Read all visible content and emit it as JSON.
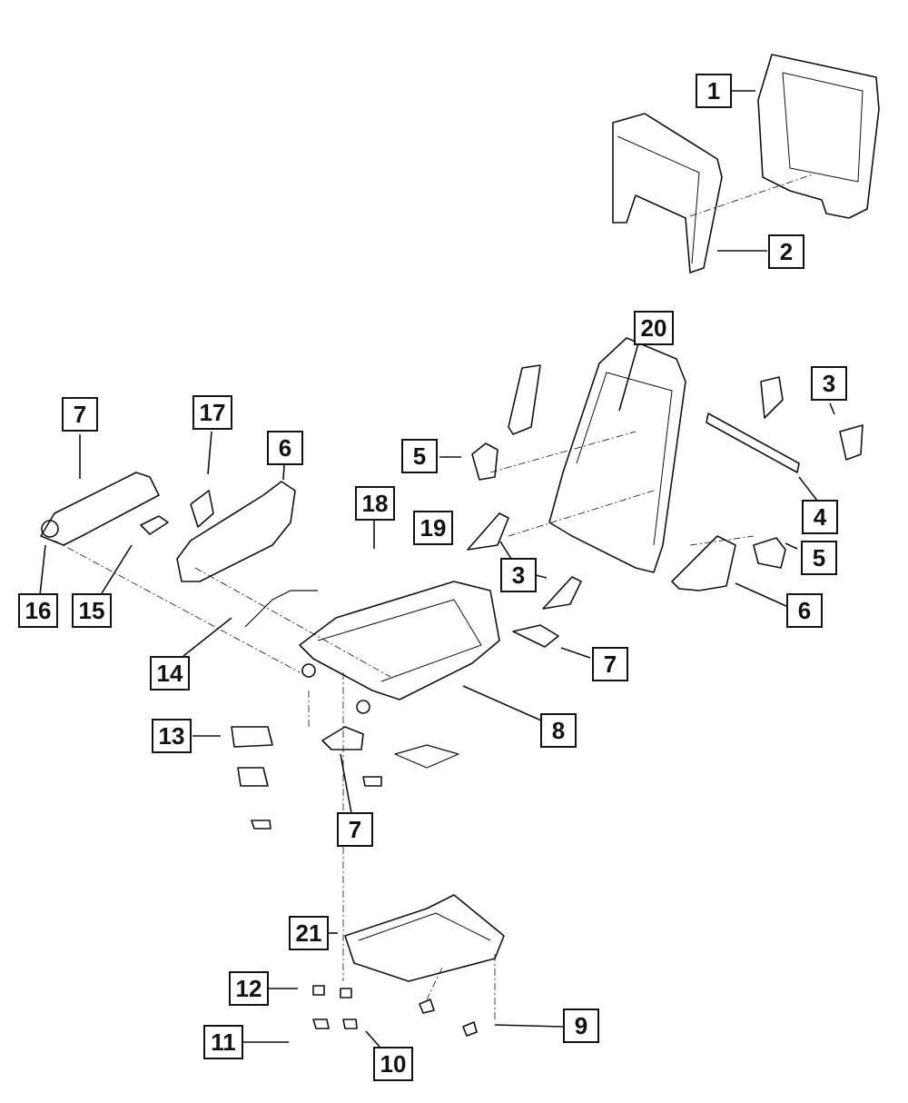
{
  "diagram": {
    "title": "Seat frame exploded parts diagram",
    "line_color": "#111111",
    "background": "#ffffff",
    "callouts": [
      {
        "id": "c-1",
        "label": "1"
      },
      {
        "id": "c-2",
        "label": "2"
      },
      {
        "id": "c-20",
        "label": "20"
      },
      {
        "id": "c-3a",
        "label": "3"
      },
      {
        "id": "c-7a",
        "label": "7"
      },
      {
        "id": "c-17",
        "label": "17"
      },
      {
        "id": "c-6a",
        "label": "6"
      },
      {
        "id": "c-5a",
        "label": "5"
      },
      {
        "id": "c-18",
        "label": "18"
      },
      {
        "id": "c-19",
        "label": "19"
      },
      {
        "id": "c-3b",
        "label": "3"
      },
      {
        "id": "c-4",
        "label": "4"
      },
      {
        "id": "c-5b",
        "label": "5"
      },
      {
        "id": "c-6b",
        "label": "6"
      },
      {
        "id": "c-16",
        "label": "16"
      },
      {
        "id": "c-15",
        "label": "15"
      },
      {
        "id": "c-14",
        "label": "14"
      },
      {
        "id": "c-7b",
        "label": "7"
      },
      {
        "id": "c-8",
        "label": "8"
      },
      {
        "id": "c-13",
        "label": "13"
      },
      {
        "id": "c-7c",
        "label": "7"
      },
      {
        "id": "c-21",
        "label": "21"
      },
      {
        "id": "c-12",
        "label": "12"
      },
      {
        "id": "c-9",
        "label": "9"
      },
      {
        "id": "c-11",
        "label": "11"
      },
      {
        "id": "c-10",
        "label": "10"
      }
    ]
  }
}
